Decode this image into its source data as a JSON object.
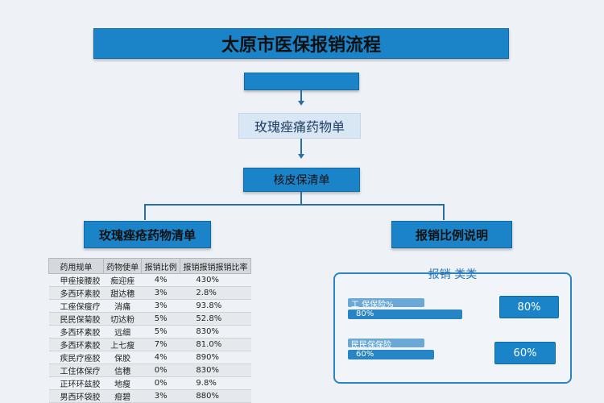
{
  "title": "太原市医保报销流程",
  "flow": {
    "step1": "",
    "step2": "玫瑰痤痛药物单",
    "step3": "核皮保清单",
    "left_header": "玫瑰痤疮药物清单",
    "right_header": "报销比例说明"
  },
  "table": {
    "headers": [
      "药用规单",
      "药物使单",
      "报销比例",
      "报销报销报销比率"
    ],
    "rows": [
      [
        "甲痤接腰胶",
        "痴迎痤",
        "4%",
        "430%"
      ],
      [
        "多西环素胶",
        "甜达穗",
        "3%",
        "2.8%"
      ],
      [
        "工痤保瘦疗",
        "消痛",
        "3%",
        "93.8%"
      ],
      [
        "民民保菊胶",
        "切达粉",
        "5%",
        "52.8%"
      ],
      [
        "多西环素胶",
        "远细",
        "5%",
        "830%"
      ],
      [
        "多西环素胶",
        "上七瘦",
        "7%",
        "81.0%"
      ],
      [
        "疾民疗痤胶",
        "保胶",
        "4%",
        "890%"
      ],
      [
        "工住体保疗",
        "信穗",
        "0%",
        "830%"
      ],
      [
        "正环环兹胶",
        "地瘦",
        "0%",
        "9.8%"
      ],
      [
        "男西环袋胶",
        "疳碧",
        "3%",
        "880%"
      ]
    ]
  },
  "panel": {
    "title": "报销 类类",
    "items": [
      {
        "label": "工 保保险%",
        "bar_text": "80%",
        "value": "80%",
        "fill": 0.8
      },
      {
        "label": "民民保保险",
        "bar_text": "60%",
        "value": "60%",
        "fill": 0.6
      }
    ]
  }
}
